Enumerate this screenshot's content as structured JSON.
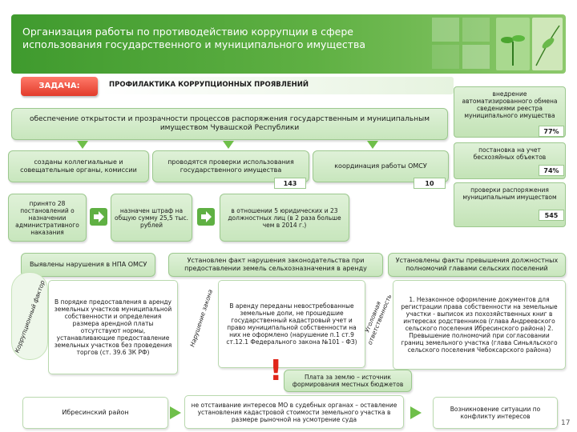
{
  "header": {
    "title": "Организация работы по противодействию коррупции в сфере использования государственного и муниципального имущества"
  },
  "task": {
    "label": "ЗАДАЧА:",
    "text": "ПРОФИЛАКТИКА КОРРУПЦИОННЫХ ПРОЯВЛЕНИЙ"
  },
  "goal": {
    "text": "обеспечение открытости и прозрачности процессов распоряжения государственным и муниципальным имуществом Чувашской Республики"
  },
  "sidebar": {
    "items": [
      {
        "text": "внедрение автоматизированного обмена сведениями реестра муниципального имущества",
        "value": "77%"
      },
      {
        "text": "постановка на учет бесхозяйных объектов",
        "value": "74%"
      },
      {
        "text": "проверки распоряжения муниципальным имуществом",
        "value": "545"
      }
    ]
  },
  "row1": {
    "collegial": "созданы коллегиальные и совещательные органы, комиссии",
    "checks": "проводятся проверки использования государственного имущества",
    "checks_count": "143",
    "coordination": "координация работы ОМСУ",
    "coordination_count": "10"
  },
  "row2": {
    "decrees": "принято 28 постановлений о назначении административного наказания",
    "fines": "назначен штраф на общую сумму 25,5 тыс. рублей",
    "persons": "в отношении 5 юридических и 23 должностных лиц (в 2 раза больше чем в 2014 г.)"
  },
  "violations": {
    "npa": "Выявлены нарушения в НПА ОМСУ",
    "corruption_factor": "Коррупционный фактор",
    "order_text": "В порядке предоставления в аренду земельных участков муниципальной собственности и определения размера арендной платы отсутствуют нормы, устанавливающие предоставление земельных участков без проведения торгов (ст. 39.6 ЗК РФ)",
    "law_violation_fact": "Установлен факт нарушения законодательства при предоставлении земель сельхозназначения в аренду",
    "law_violation_label": "Нарушение закона",
    "lease_text": "В аренду переданы невостребованные земельные доли, не прошедшие государственный кадастровый учет и право муниципальной собственности на них не оформлено (нарушение п.1 ст.9 ст.12.1 Федерального закона №101 - ФЗ)",
    "criminal_label": "Уголовная ответственность",
    "excess_fact": "Установлены факты превышения должностных полномочий главами сельских поселений",
    "excess_details": "1. Незаконное оформление документов для регистрации права собственности на земельные участки - выписок из похозяйственных книг в интересах родственников (глава Андреевского сельского поселения Ибресинского района) 2. Превышение полномочий при согласовании границ земельного участка (глава Синьяльского сельского поселения Чебоксарского района)"
  },
  "bottom": {
    "exclamation": "!",
    "land_fee": "Плата за землю – источник формирования местных бюджетов",
    "district": "Ибресинский район",
    "mo_interests": "не отстаивание интересов МО в судебных органах – оставление установления кадастровой стоимости земельного участка в размере рыночной на усмотрение суда",
    "conflict": "Возникновение ситуации по конфликту интересов",
    "page_number": "17"
  }
}
